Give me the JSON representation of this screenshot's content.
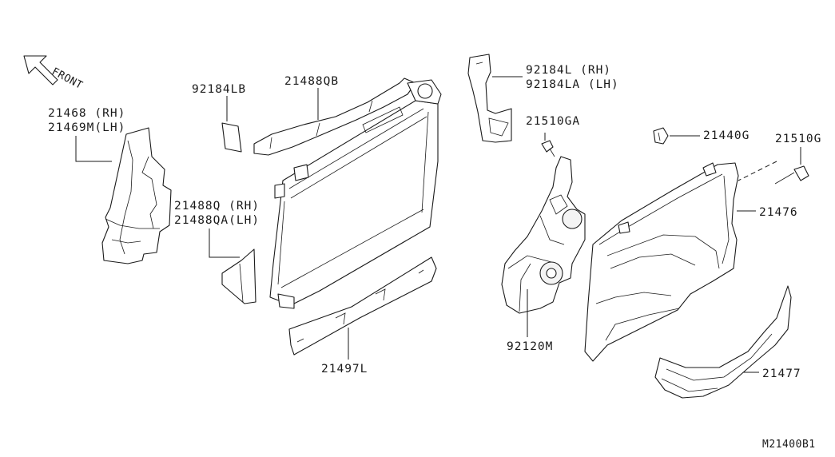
{
  "labels": {
    "front": "FRONT",
    "p21468": "21468 (RH)",
    "p21469m": "21469M(LH)",
    "p92184lb": "92184LB",
    "p21488qb": "21488QB",
    "p21488q": "21488Q (RH)",
    "p21488qa": "21488QA(LH)",
    "p21497l": "21497L",
    "p92184l": "92184L  (RH)",
    "p92184la": "92184LA (LH)",
    "p21510ga": "21510GA",
    "p92120m": "92120M",
    "p21440g": "21440G",
    "p21510g": "21510G",
    "p21476": "21476",
    "p21477": "21477",
    "diagram_id": "M21400B1"
  }
}
